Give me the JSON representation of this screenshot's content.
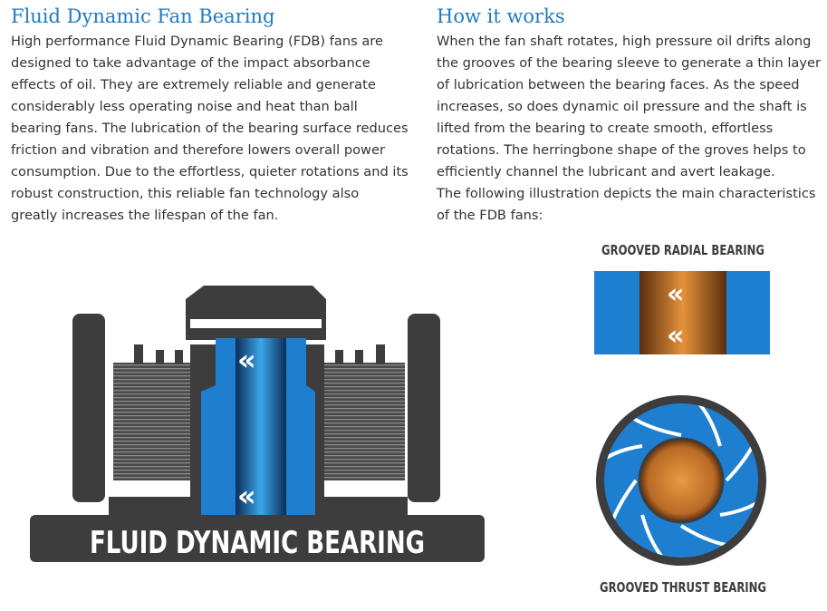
{
  "left": {
    "title": "Fluid Dynamic Fan Bearing",
    "paragraph": "High performance Fluid Dynamic Bearing (FDB) fans are designed to take advantage of the impact absorbance effects of oil. They are extremely reliable and generate considerably less operating noise and heat than ball bearing fans. The lubrication of the bearing surface reduces friction and vibration and therefore lowers overall power consumption. Due to the effortless, quieter rotations and its robust construction, this reliable fan technology also greatly increases the lifespan of the fan."
  },
  "right": {
    "title": "How it works",
    "paragraph1": "When the fan shaft rotates, high pressure oil drifts along the grooves of the bearing sleeve to generate a thin layer of lubrication between the bearing faces. As the speed increases, so does dynamic oil pressure and the shaft is lifted from the bearing to create smooth, effortless rotations. The herringbone shape of the groves helps to efficiently channel the lubricant and avert leakage.",
    "paragraph2": "The following illustration depicts the main characteristics of the FDB fans:"
  },
  "diagram": {
    "fdb_label": "FLUID DYNAMIC BEARING",
    "radial_label": "GROOVED RADIAL BEARING",
    "thrust_label": "GROOVED THRUST BEARING",
    "arrow_glyph": "«",
    "colors": {
      "dark_gray": "#3d3d3d",
      "blue": "#1e7fd0",
      "copper": "#c8772a"
    }
  }
}
